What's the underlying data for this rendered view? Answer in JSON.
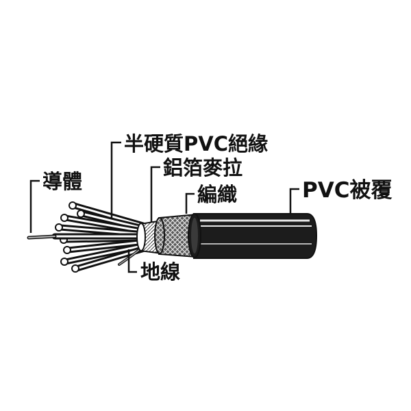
{
  "diagram": {
    "labels": {
      "conductor": "導體",
      "semi_rigid_pvc_insulation": "半硬質PVC絕緣",
      "aluminum_foil_mylar": "鋁箔麥拉",
      "braid": "編織",
      "pvc_jacket": "PVC被覆",
      "ground_wire": "地線"
    },
    "colors": {
      "ink": "#111111",
      "jacket_body": "#1c1c1c",
      "jacket_highlight": "#e8e8e8",
      "braid_fill": "#5a5a5a",
      "background": "#ffffff"
    }
  }
}
